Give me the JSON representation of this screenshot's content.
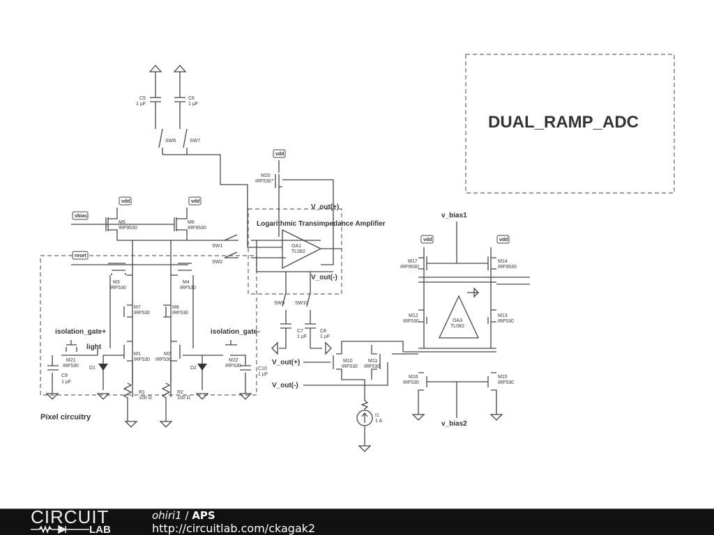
{
  "schematic": {
    "adc_block": "DUAL_RAMP_ADC",
    "amp_block": "Logarithmic Transimpedance Amplifier",
    "pixel_block": "Pixel circuitry",
    "nets": {
      "vdd": "vdd",
      "vbias": "vbias",
      "reset": "reset",
      "vout_p": "V_out(+)",
      "vout_n": "V_out(-)",
      "isolation_p": "isolation_gate+",
      "isolation_n": "isolation_gate-",
      "light": "light",
      "v_bias1": "v_bias1",
      "v_bias2": "v_bias2"
    },
    "components": {
      "C5": {
        "name": "C5",
        "value": "1 µF"
      },
      "C6": {
        "name": "C6",
        "value": "1 µF"
      },
      "C7": {
        "name": "C7",
        "value": "1 µF"
      },
      "C8": {
        "name": "C8",
        "value": "1 µF"
      },
      "C9": {
        "name": "C9",
        "value": "1 µF"
      },
      "C10": {
        "name": "C10",
        "value": "1 µF"
      },
      "SW1": "SW1",
      "SW2": "SW2",
      "SW7": "SW7",
      "SW8": "SW8",
      "SW9": "SW9",
      "SW10": "SW10",
      "M1": {
        "name": "M1",
        "value": "IRF530"
      },
      "M2": {
        "name": "M2",
        "value": "IRF530"
      },
      "M3": {
        "name": "M3",
        "value": "IRF530"
      },
      "M4": {
        "name": "M4",
        "value": "IRF530"
      },
      "M5": {
        "name": "M5",
        "value": "IRF9530"
      },
      "M6": {
        "name": "M6",
        "value": "IRF9530"
      },
      "M7": {
        "name": "M7",
        "value": "IRF530"
      },
      "M8": {
        "name": "M8",
        "value": "IRF530"
      },
      "M10": {
        "name": "M10",
        "value": "IRF530"
      },
      "M11": {
        "name": "M11",
        "value": "IRF530"
      },
      "M12": {
        "name": "M12",
        "value": "IRF530"
      },
      "M13": {
        "name": "M13",
        "value": "IRF530"
      },
      "M14": {
        "name": "M14",
        "value": "IRF9530"
      },
      "M15": {
        "name": "M15",
        "value": "IRF530"
      },
      "M16": {
        "name": "M16",
        "value": "IRF530"
      },
      "M17": {
        "name": "M17",
        "value": "IRF9530"
      },
      "M20": {
        "name": "M20",
        "value": "IRF530"
      },
      "M21": {
        "name": "M21",
        "value": "IRF530"
      },
      "M22": {
        "name": "M22",
        "value": "IRF530"
      },
      "OA1": {
        "name": "OA1",
        "value": "TL082"
      },
      "OA3": {
        "name": "OA3",
        "value": "TL082"
      },
      "D1": "D1",
      "D2": "D2",
      "R1": {
        "name": "R1",
        "value": "100 Ω"
      },
      "R2": {
        "name": "R2",
        "value": "100 Ω"
      },
      "I1": {
        "name": "I1",
        "value": "1 A"
      }
    }
  },
  "footer": {
    "logo_top": "CIRCUIT",
    "logo_bottom": "LAB",
    "user": "ohiri1",
    "separator": " / ",
    "project": "APS",
    "url": "http://circuitlab.com/ckagak2"
  }
}
